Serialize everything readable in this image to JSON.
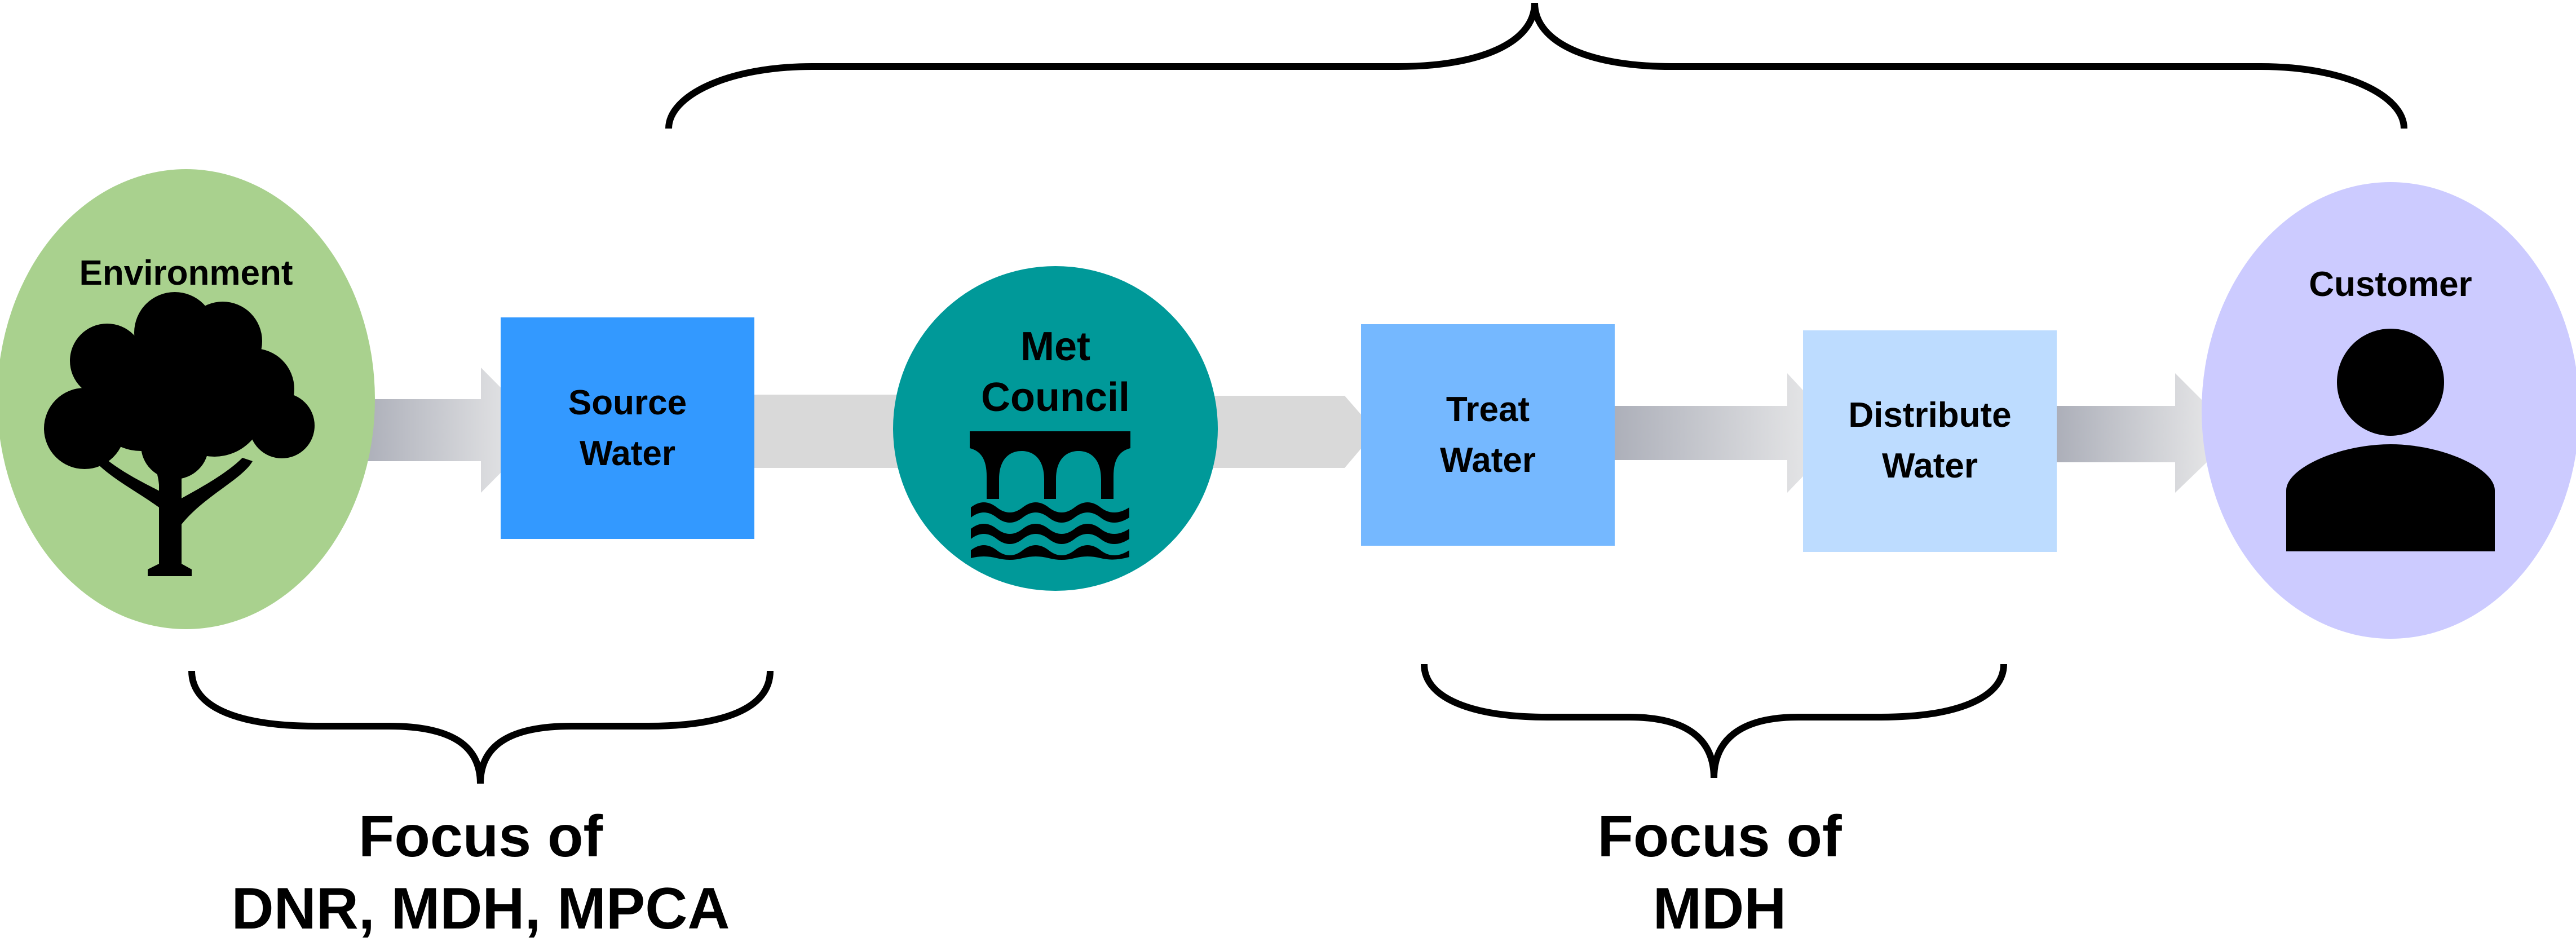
{
  "nodes": {
    "environment": {
      "label": "Environment",
      "color": "#a9d18e",
      "icon": "tree-icon"
    },
    "source_water": {
      "label": "Source\nWater",
      "color": "#3399ff"
    },
    "met_council": {
      "label": "Met\nCouncil",
      "color": "#009999",
      "icon": "bridge-over-water-icon"
    },
    "treat_water": {
      "label": "Treat\nWater",
      "color": "#75b8ff"
    },
    "distribute_water": {
      "label": "Distribute\nWater",
      "color": "#bddcff"
    },
    "customer": {
      "label": "Customer",
      "color": "#cccbff",
      "icon": "person-icon"
    }
  },
  "focus": {
    "left": {
      "label": "Focus of\nDNR, MDH, MPCA"
    },
    "right": {
      "label": "Focus of\nMDH"
    }
  }
}
